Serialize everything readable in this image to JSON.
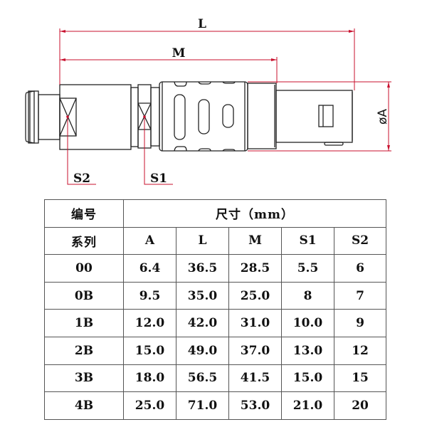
{
  "drawing": {
    "dimension_labels": {
      "L": "L",
      "M": "M",
      "A": "øA",
      "S1": "S1",
      "S2": "S2"
    },
    "colors": {
      "dimension_line": "#c8102e",
      "outline": "#222222"
    }
  },
  "table": {
    "header": {
      "code_label": "编号",
      "size_label": "尺寸（mm）",
      "series_label": "系列",
      "columns": [
        "A",
        "L",
        "M",
        "S1",
        "S2"
      ]
    },
    "rows": [
      {
        "series": "00",
        "A": "6.4",
        "L": "36.5",
        "M": "28.5",
        "S1": "5.5",
        "S2": "6"
      },
      {
        "series": "0B",
        "A": "9.5",
        "L": "35.0",
        "M": "25.0",
        "S1": "8",
        "S2": "7"
      },
      {
        "series": "1B",
        "A": "12.0",
        "L": "42.0",
        "M": "31.0",
        "S1": "10.0",
        "S2": "9"
      },
      {
        "series": "2B",
        "A": "15.0",
        "L": "49.0",
        "M": "37.0",
        "S1": "13.0",
        "S2": "12"
      },
      {
        "series": "3B",
        "A": "18.0",
        "L": "56.5",
        "M": "41.5",
        "S1": "15.0",
        "S2": "15"
      },
      {
        "series": "4B",
        "A": "25.0",
        "L": "71.0",
        "M": "53.0",
        "S1": "21.0",
        "S2": "20"
      }
    ]
  }
}
